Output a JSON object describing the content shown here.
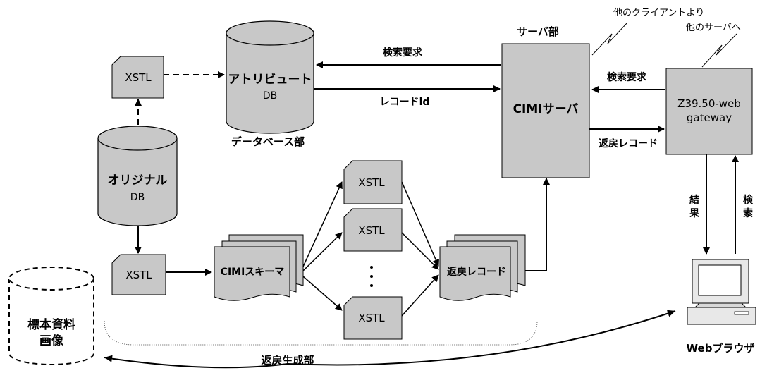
{
  "labels": {
    "attribute_db": "アトリビュート",
    "db": "DB",
    "original_db": "オリジナル",
    "database_section": "データベース部",
    "server_section": "サーバ部",
    "cimi_server": "CIMIサーバ",
    "gateway_line1": "Z39.50-web",
    "gateway_line2": "gateway",
    "from_other_clients": "他のクライアントより",
    "to_other_servers": "他のサーバへ",
    "search_request": "検索要求",
    "record_id": "レコードid",
    "return_record": "返戻レコード",
    "result_v1": "結",
    "result_v2": "果",
    "search_v1": "検",
    "search_v2": "索",
    "xstl": "XSTL",
    "cimi_schema": "CIMIスキーマ",
    "return_records_stack": "返戻レコード",
    "ellipsis_dot": "・",
    "specimen_line1": "標本資料",
    "specimen_line2": "画像",
    "web_browser": "Webブラウザ",
    "return_generation_section": "返戻生成部"
  }
}
